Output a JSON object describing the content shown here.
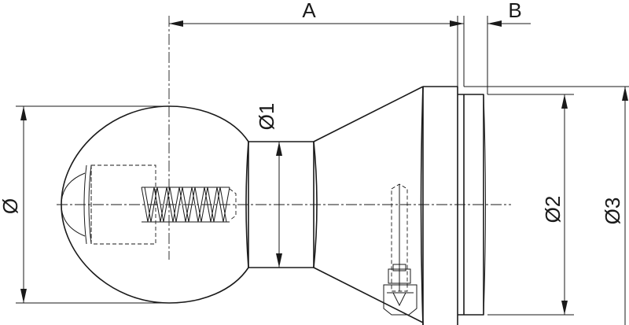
{
  "drawing": {
    "labels": {
      "dim_a": "A",
      "dim_b": "B",
      "dim_ball": "Ø",
      "dim_neck": "Ø1",
      "dim_flange": "Ø2",
      "dim_body": "Ø3"
    }
  }
}
